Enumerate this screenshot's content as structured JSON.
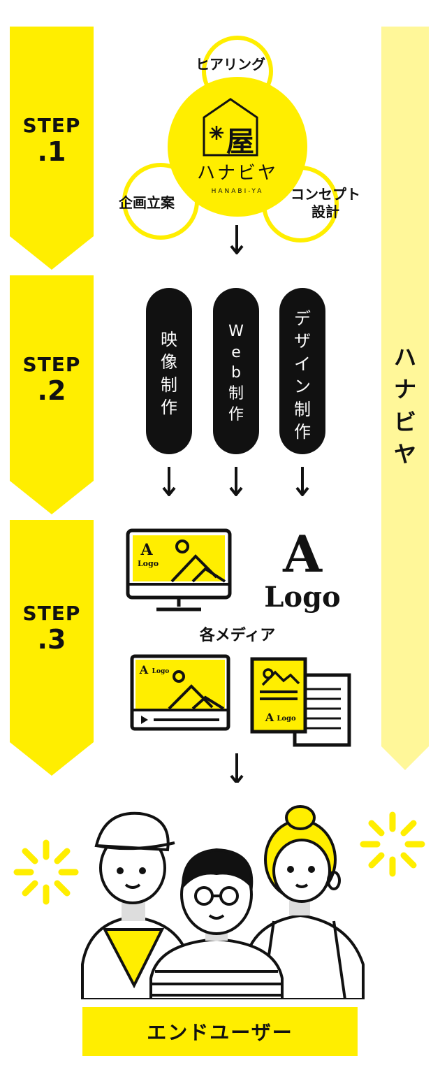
{
  "steps": [
    {
      "word": "STEP",
      "number": ".1"
    },
    {
      "word": "STEP",
      "number": ".2"
    },
    {
      "word": "STEP",
      "number": ".3"
    }
  ],
  "step1": {
    "hearing": "ヒアリング",
    "planning": "企画立案",
    "concept_line1": "コンセプト",
    "concept_line2": "設計",
    "logo_text": "ハナビヤ",
    "logo_sub": "HANABI-YA",
    "logo_kanji": "屋"
  },
  "step2": {
    "pills": [
      {
        "chars": [
          "映",
          "像",
          "制",
          "作"
        ]
      },
      {
        "chars": [
          "W",
          "e",
          "b",
          "制",
          "作"
        ]
      },
      {
        "chars": [
          "デ",
          "ザ",
          "イ",
          "ン",
          "制",
          "作"
        ]
      }
    ]
  },
  "step3": {
    "logo_letter": "A",
    "logo_word": "Logo",
    "media_label": "各メディア"
  },
  "side_bar": {
    "chars": [
      "ハ",
      "ナ",
      "ビ",
      "ヤ"
    ]
  },
  "end_user_label": "エンドユーザー",
  "colors": {
    "accent_yellow": "#ffee00",
    "light_yellow": "#fff799",
    "ink": "#111111"
  }
}
